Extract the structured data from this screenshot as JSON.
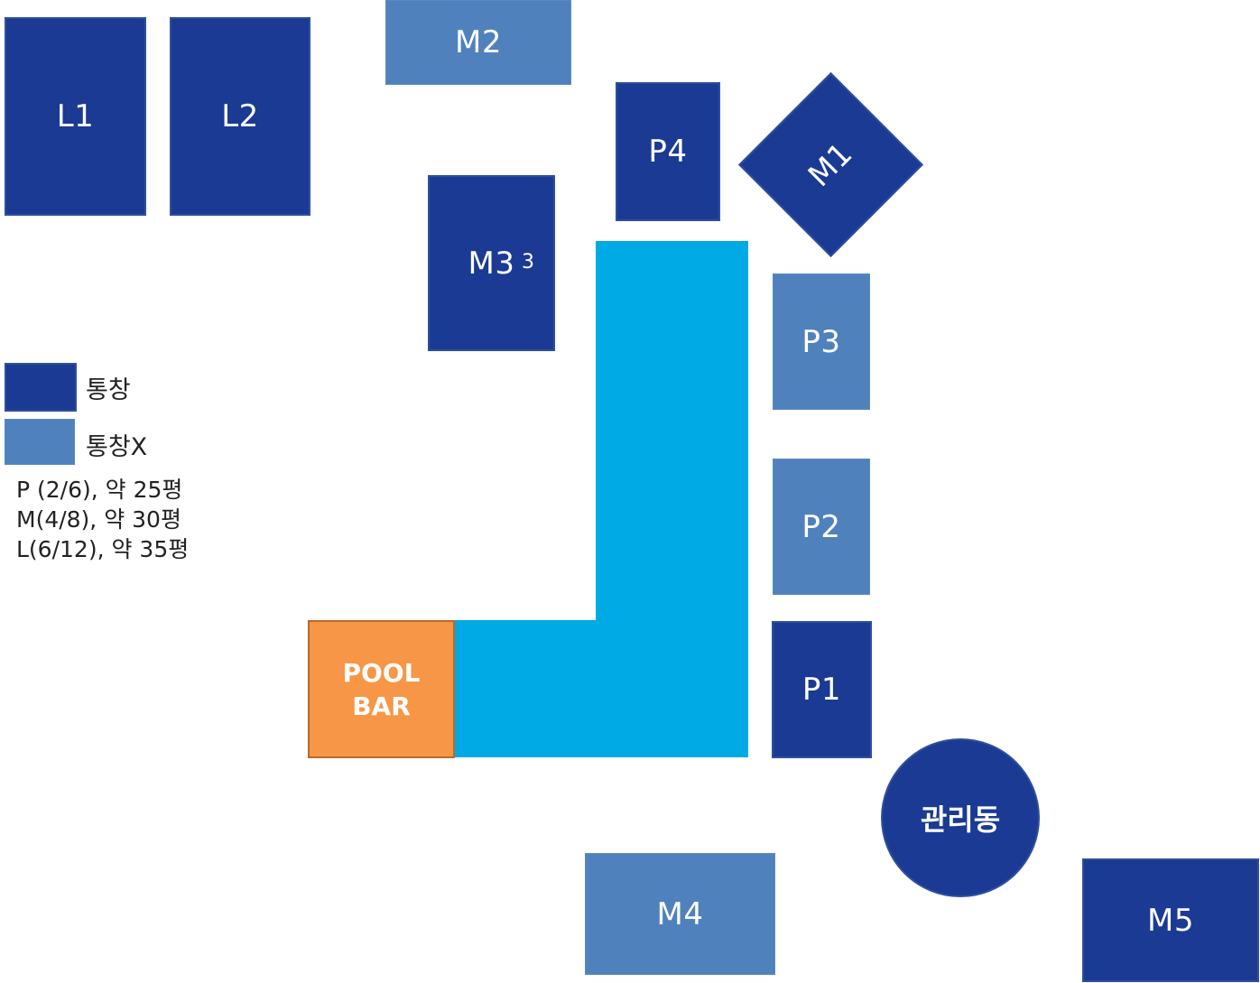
{
  "units": {
    "L1": "L1",
    "L2": "L2",
    "M1": "M1",
    "M2": "M2",
    "M3": "M3",
    "M3_artifact": "3",
    "M4": "M4",
    "M5": "M5",
    "P1": "P1",
    "P2": "P2",
    "P3": "P3",
    "P4": "P4"
  },
  "pool_bar": {
    "line1": "POOL",
    "line2": "BAR"
  },
  "office": {
    "label": "관리동"
  },
  "legend": {
    "with_window": "통창",
    "without_window": "통창X",
    "sizes": [
      "P (2/6), 약 25평",
      "M(4/8), 약 30평",
      "L(6/12), 약 35평"
    ]
  },
  "colors": {
    "with_window": "#1a3a94",
    "without_window": "#4f81bd",
    "pool": "#00aae4",
    "pool_bar": "#f79646"
  }
}
